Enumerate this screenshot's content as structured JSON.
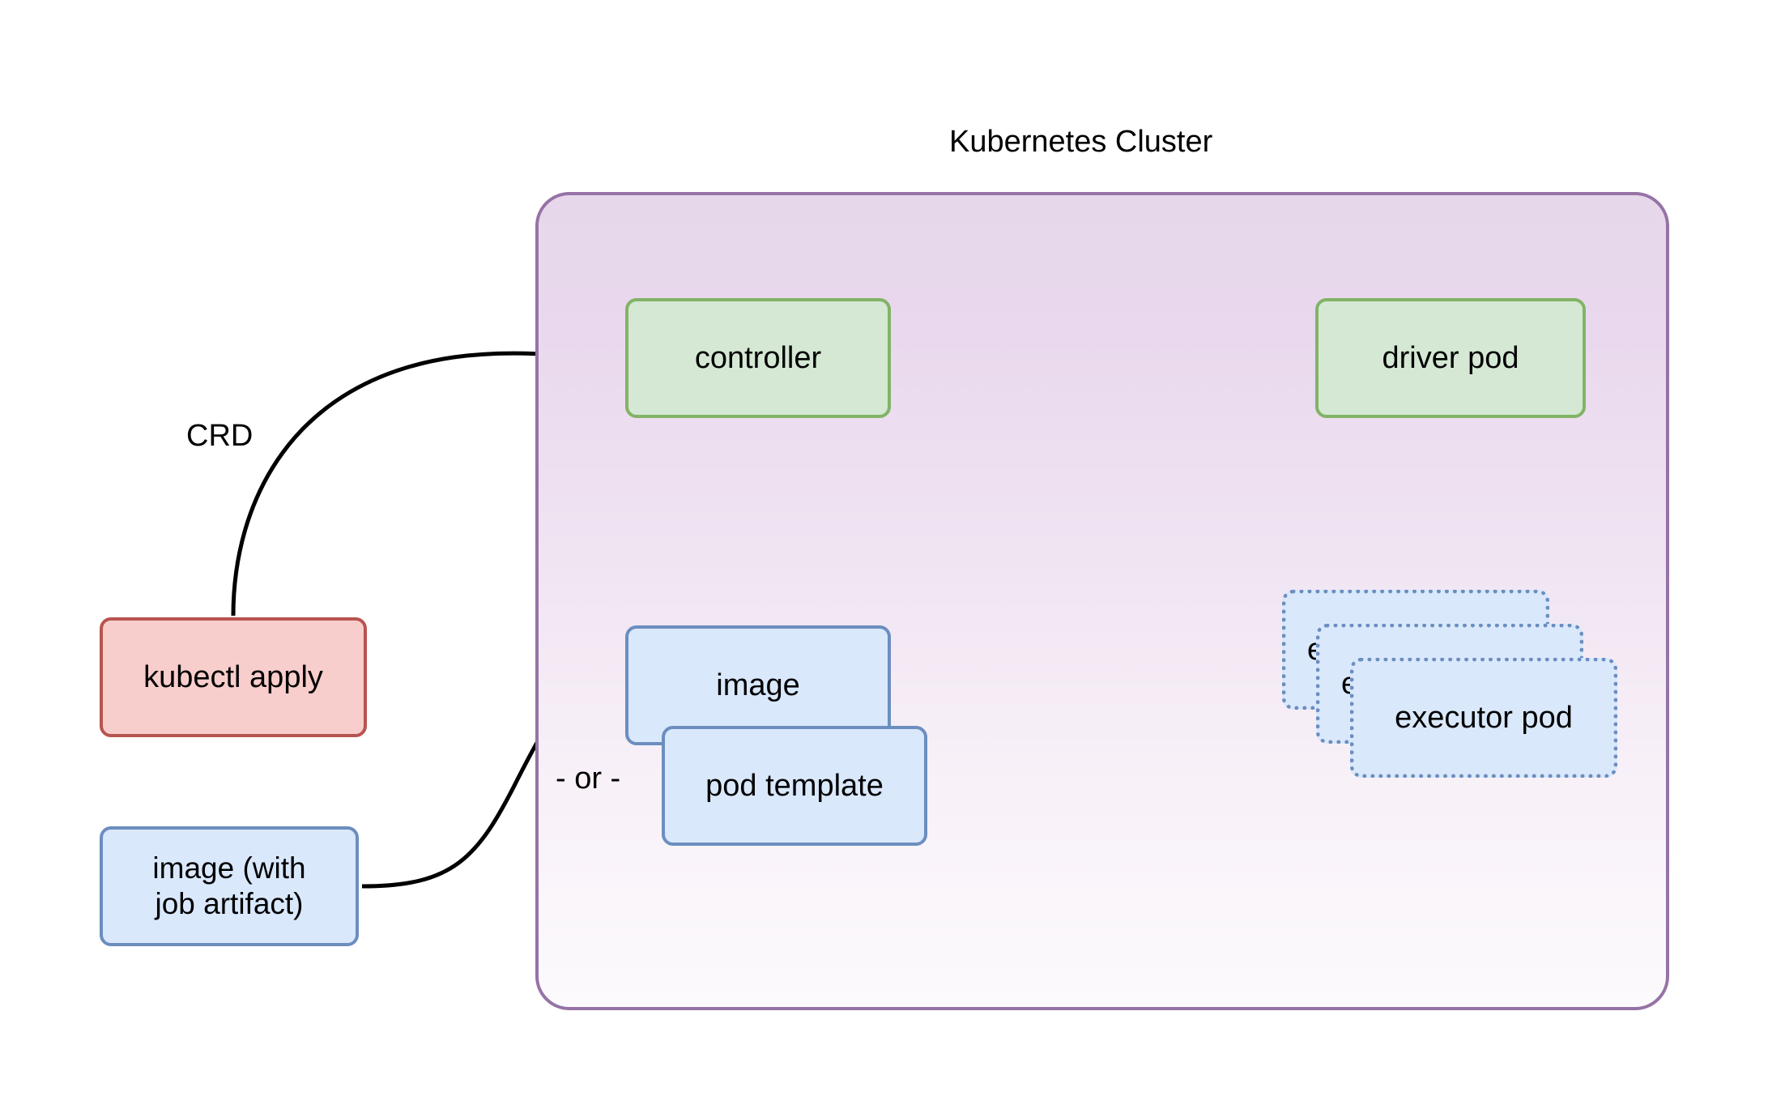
{
  "diagram": {
    "title": "Kubernetes Cluster",
    "type": "architecture-flow"
  },
  "cluster": {
    "title": "Kubernetes Cluster",
    "border_color": "#9673a6",
    "fill_color": "#e6d7ea"
  },
  "nodes": {
    "controller": {
      "label": "controller",
      "fill": "#d5e8d4",
      "stroke": "#82b366",
      "style": "solid"
    },
    "driver_pod": {
      "label": "driver pod",
      "fill": "#d5e8d4",
      "stroke": "#82b366",
      "style": "solid"
    },
    "kubectl_apply": {
      "label": "kubectl apply",
      "fill": "#f8cecc",
      "stroke": "#b85450",
      "style": "solid"
    },
    "image_artifact": {
      "label": "image (with\njob artifact)",
      "fill": "#dae8fc",
      "stroke": "#6c8ebf",
      "style": "solid"
    },
    "image": {
      "label": "image",
      "fill": "#dae8fc",
      "stroke": "#6c8ebf",
      "style": "solid"
    },
    "pod_template": {
      "label": "pod template",
      "fill": "#dae8fc",
      "stroke": "#6c8ebf",
      "style": "solid"
    },
    "executor_pod_back": {
      "label": "executor pod",
      "fill": "#dae8fc",
      "stroke": "#6c8ebf",
      "style": "dotted"
    },
    "executor_pod_mid": {
      "label": "executor pod",
      "fill": "#dae8fc",
      "stroke": "#6c8ebf",
      "style": "dotted"
    },
    "executor_pod_front": {
      "label": "executor pod",
      "fill": "#dae8fc",
      "stroke": "#6c8ebf",
      "style": "dotted"
    }
  },
  "labels": {
    "crd": "CRD",
    "or": "- or -"
  },
  "edges": [
    {
      "name": "kubectl-to-controller",
      "from": "kubectl_apply",
      "to": "controller",
      "label": "CRD",
      "style": "solid",
      "arrow": "end"
    },
    {
      "name": "controller-to-driver",
      "from": "controller",
      "to": "driver_pod",
      "label": "",
      "style": "solid",
      "arrow": "end"
    },
    {
      "name": "controller-image",
      "from": "controller",
      "to": "image",
      "label": "",
      "style": "solid",
      "arrow": "both"
    },
    {
      "name": "image-to-executors",
      "from": "image",
      "to": "executor_pod_back",
      "label": "",
      "style": "dotted",
      "arrow": "end"
    },
    {
      "name": "driver-to-executors",
      "from": "driver_pod",
      "to": "executor_pod_back",
      "label": "",
      "style": "solid",
      "arrow": "end"
    },
    {
      "name": "artifact-to-image",
      "from": "image_artifact",
      "to": "image",
      "label": "",
      "style": "solid",
      "arrow": "end"
    }
  ]
}
